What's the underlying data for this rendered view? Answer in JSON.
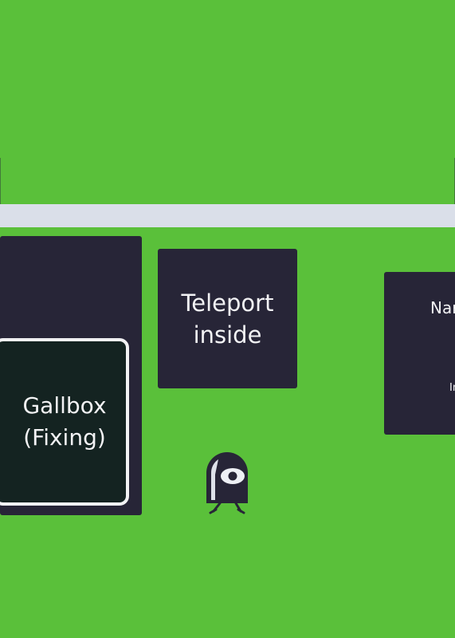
{
  "scene": {
    "background_color": "#5ac03a",
    "path_color": "#dadfe9",
    "building_color": "#272537",
    "inner_box_color": "#142321",
    "text_color": "#f2f2f4"
  },
  "buildings": {
    "left_block": {
      "inner_label_line1": "Gallbox",
      "inner_label_line2": "(Fixing)"
    },
    "teleport": {
      "label_line1": "Teleport",
      "label_line2": "inside"
    },
    "right_block": {
      "label_partial": "Nar",
      "sub_partial": "In"
    }
  },
  "player": {
    "icon": "one-eyed-ghost-avatar"
  }
}
